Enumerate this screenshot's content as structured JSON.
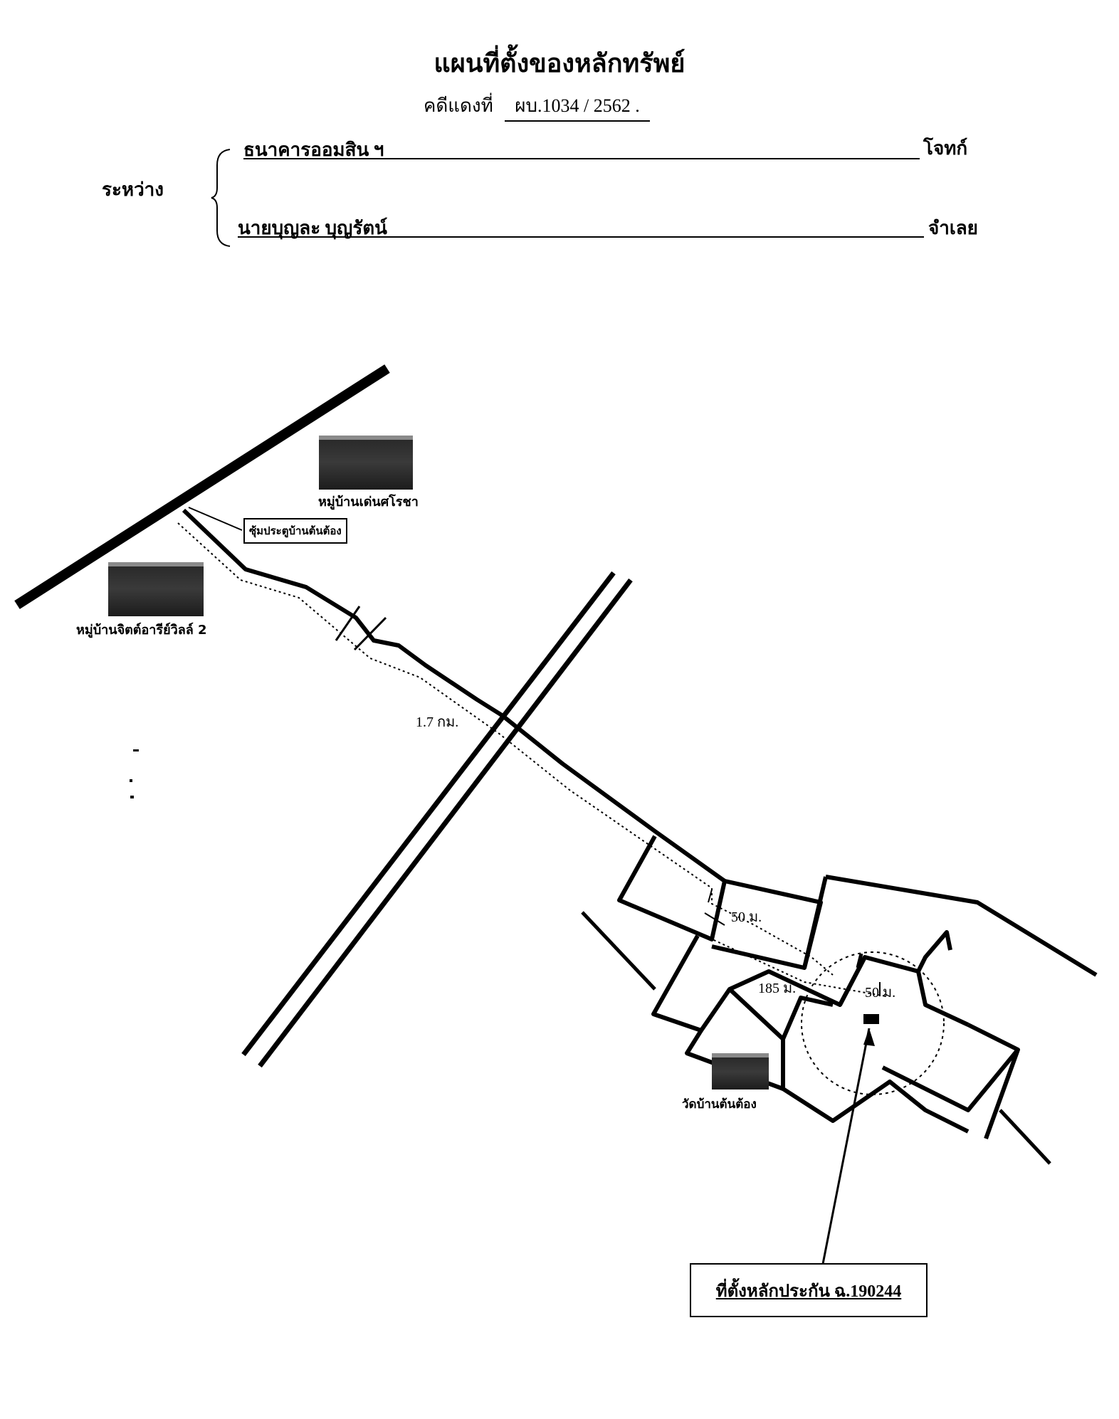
{
  "header": {
    "title": "แผนที่ตั้งของหลักทรัพย์",
    "case_label": "คดีแดงที่",
    "case_number": "ผบ.1034 / 2562  ."
  },
  "parties": {
    "between_label": "ระหว่าง",
    "plaintiff_name": "ธนาคารออมสิน ฯ",
    "plaintiff_role": "โจทก์",
    "defendant_name": "นายบุญละ  บุญรัตน์",
    "defendant_role": "จำเลย"
  },
  "map": {
    "village_north": "หมู่บ้านเด่นศโรชา",
    "village_west": "หมู่บ้านจิตต์อารีย์วิลล์ 2",
    "gate_label": "ซุ้มประตูบ้านต้นต้อง",
    "distance_main": "1.7 กม.",
    "distance_50a": "50 ม.",
    "distance_185": "185 ม.",
    "distance_50b": "50 ม.",
    "temple_label": "วัดบ้านต้นต้อง",
    "collateral_label": "ที่ตั้งหลักประกัน  ฉ.190244"
  },
  "colors": {
    "ink": "#000000",
    "paper": "#ffffff"
  }
}
